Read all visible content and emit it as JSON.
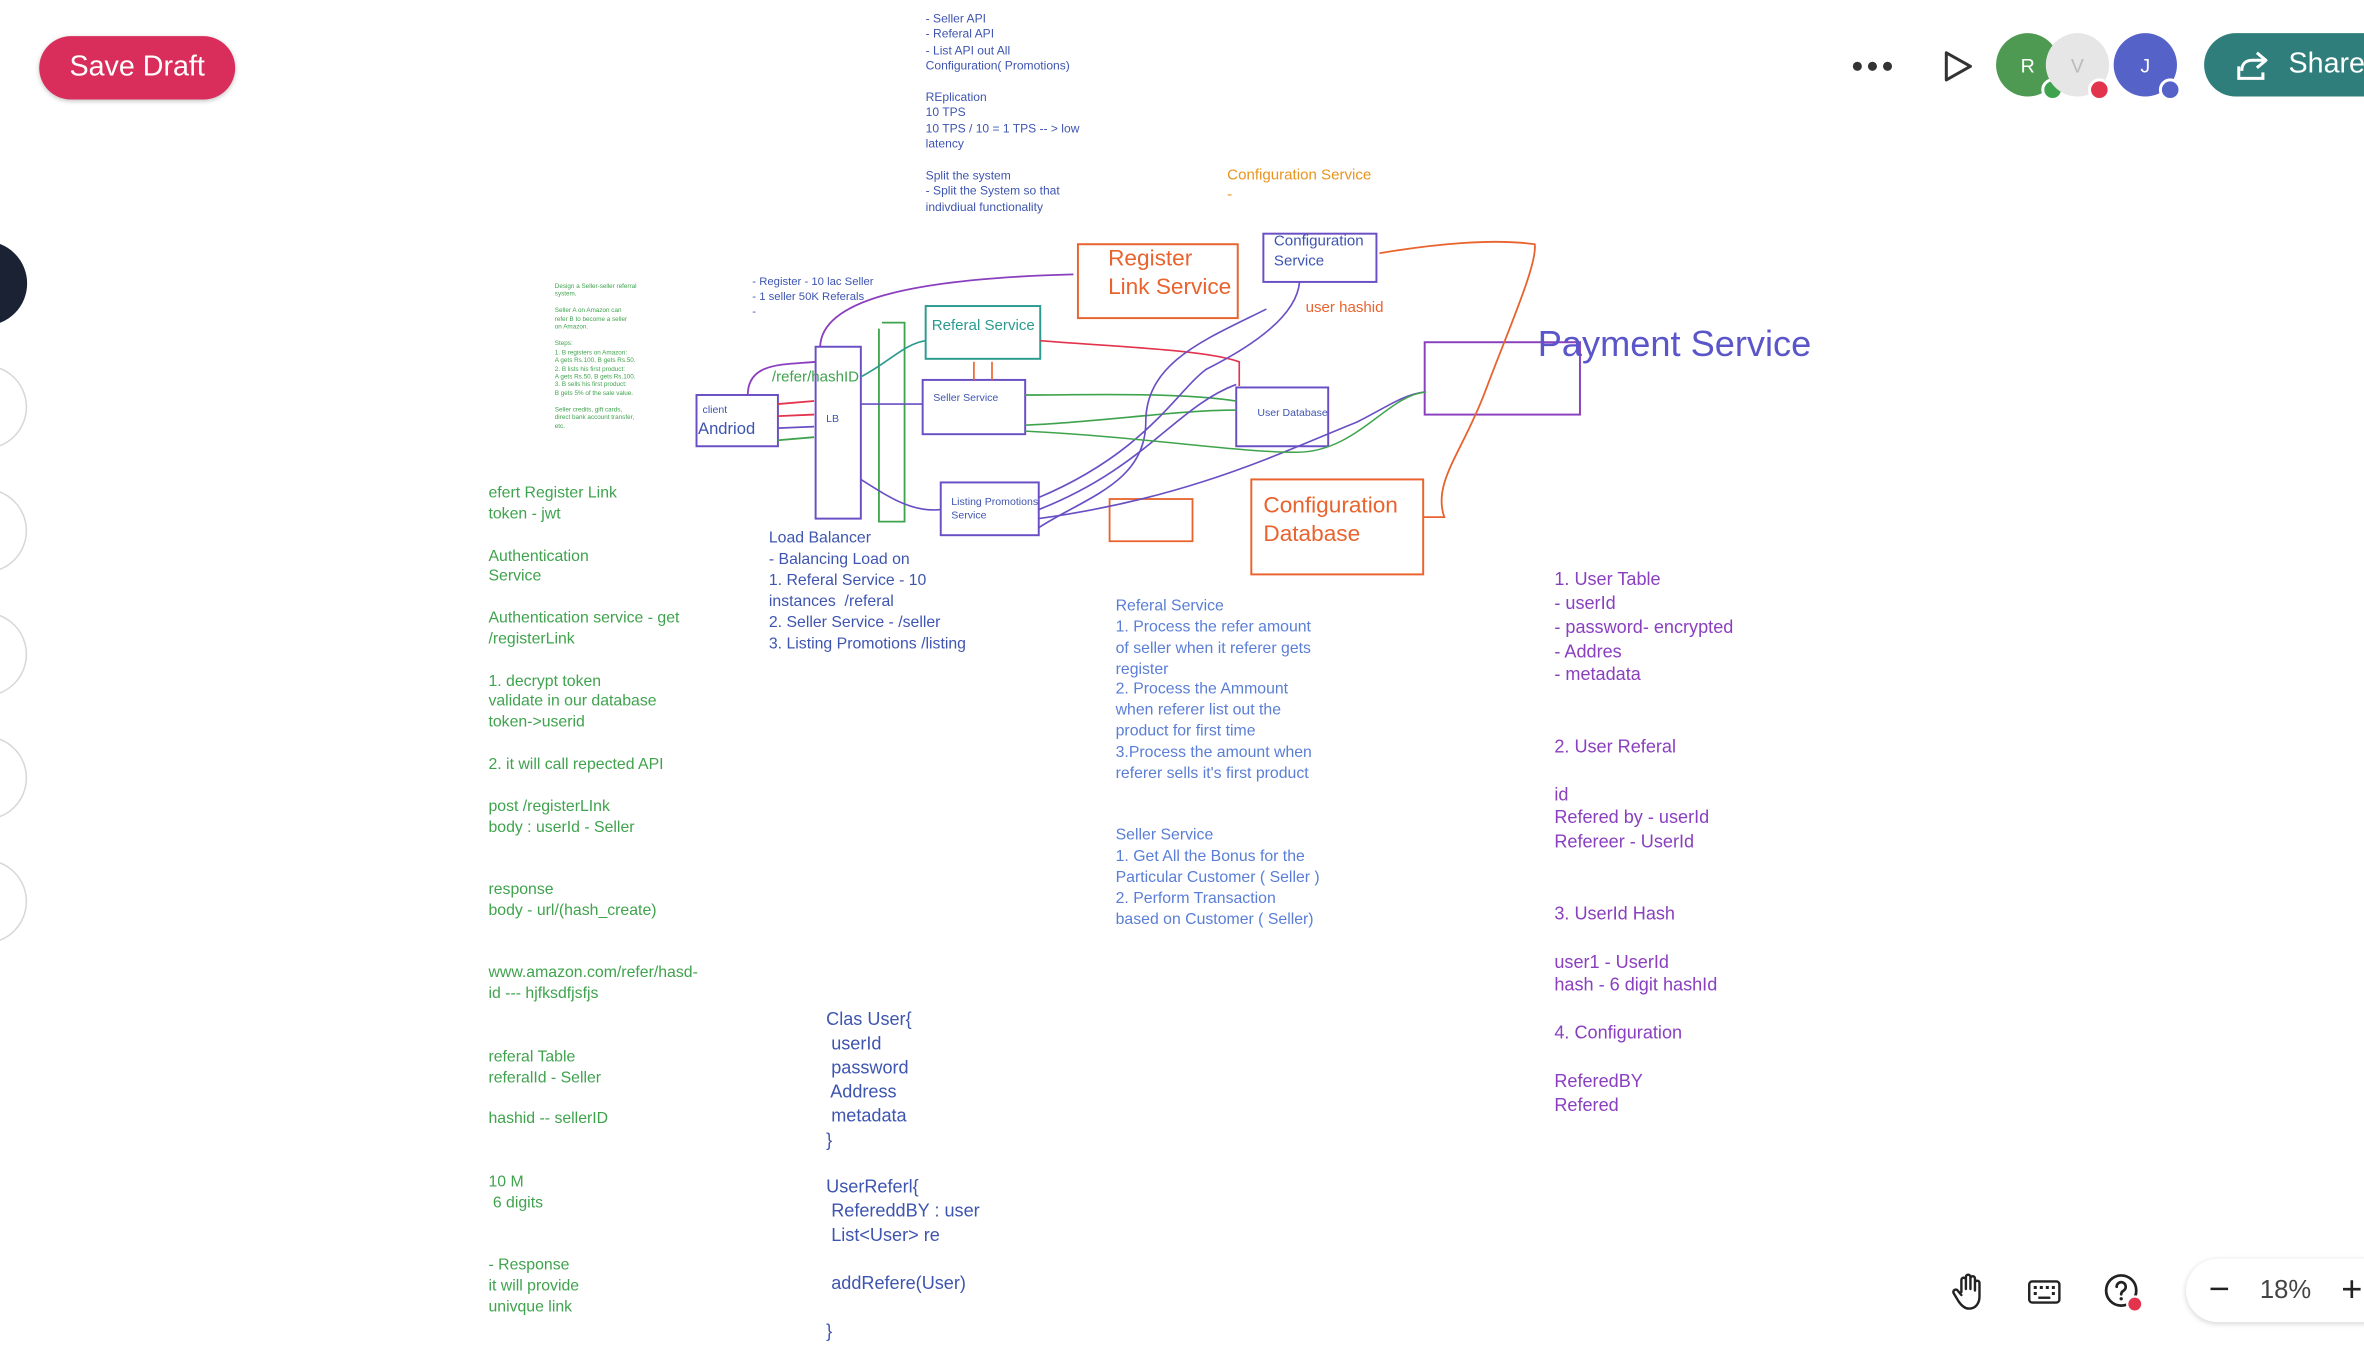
{
  "toolbar": {
    "save_draft_label": "Save Draft",
    "share_label": "Share",
    "avatars": [
      {
        "initial": "R",
        "color": "#4e9a52",
        "status_color": "#3fa34d"
      },
      {
        "initial": "V",
        "color": "#e6e6e6",
        "status_color": "#e3344e"
      },
      {
        "initial": "J",
        "color": "#5562c8",
        "status_color": "#5562c8"
      }
    ]
  },
  "zoom": {
    "level": "18%",
    "minus": "−",
    "plus": "+"
  },
  "canvas": {
    "top_notes": "- Seller API\n- Referal API\n- List API out All\nConfiguration( Promotions)\n\nREplication\n10 TPS\n10 TPS / 10 = 1 TPS -- > low\nlatency\n\nSplit the system\n- Split the System so that\nindivdiual functionality",
    "config_service_note": "Configuration Service\n-",
    "small_notes": "Design a Seller-seller referral\nsystem.\n\nSeller A on Amazon can\nrefer B to become a seller\non Amazon.\n\nSteps:\n1. B registers on Amazon:\nA gets Rs.100, B gets Rs.50.\n2. B lists his first product:\nA gets Rs.50, B gets Rs.100.\n3. B sells his first product:\nB gets 5% of the sale value.\n\nSeller credits, gift cards,\ndirect bank account transfer,\netc.",
    "register_note": "- Register - 10 lac Seller\n- 1 seller 50K Referals\n-",
    "register_link_service": "Register\nLink Service",
    "configuration_service_box": "Configuration\nService",
    "user_hashid": "user hashid",
    "payment_service": "Payment Service",
    "referal_service_box": "Referal Service",
    "refer_hashid": "/refer/hashID",
    "lb_label": "LB",
    "client_label": "client",
    "android_label": "Andriod",
    "seller_service_box": "Seller Service",
    "user_database_box": "User Database",
    "listing_promotions_box": "Listing Promotions\nService",
    "configuration_database": "Configuration\nDatabase",
    "left_notes": "efert Register Link\ntoken - jwt\n\nAuthentication\nService\n\nAuthentication service - get\n/registerLink\n\n1. decrypt token\nvalidate in our database\ntoken->userid\n\n2. it will call repected API\n\npost /registerLInk\nbody : userId - Seller\n\n\nresponse\nbody - url/(hash_create)\n\n\nwww.amazon.com/refer/hasd-\nid --- hjfksdfjsfjs\n\n\nreferal Table\nreferalId - Seller\n\nhashid -- sellerID\n\n\n10 M\n 6 digits\n\n\n- Response\nit will provide\nunivque link",
    "load_balancer_notes": "Load Balancer\n- Balancing Load on\n1. Referal Service - 10\ninstances  /referal\n2. Seller Service - /seller\n3. Listing Promotions /listing",
    "referal_service_notes": "Referal Service\n1. Process the refer amount\nof seller when it referer gets\nregister\n2. Process the Ammount\nwhen referer list out the\nproduct for first time\n3.Process the amount when\nreferer sells it's first product\n\n\nSeller Service\n1. Get All the Bonus for the\nParticular Customer ( Seller )\n2. Perform Transaction\nbased on Customer ( Seller)",
    "class_notes": "Clas User{\n userId\n password\n Address\n metadata\n}\n\nUserReferl{\n RefereddBY : user\n List<User> re\n\n addRefere(User)\n\n}",
    "tables_notes": "1. User Table\n- userId\n- password- encrypted\n- Addres\n- metadata\n\n\n2. User Referal\n\nid\nRefered by - userId\nRefereer - UserId\n\n\n3. UserId Hash\n\nuser1 - UserId\nhash - 6 digit hashId\n\n4. Configuration\n\nReferedBY\nRefered"
  }
}
